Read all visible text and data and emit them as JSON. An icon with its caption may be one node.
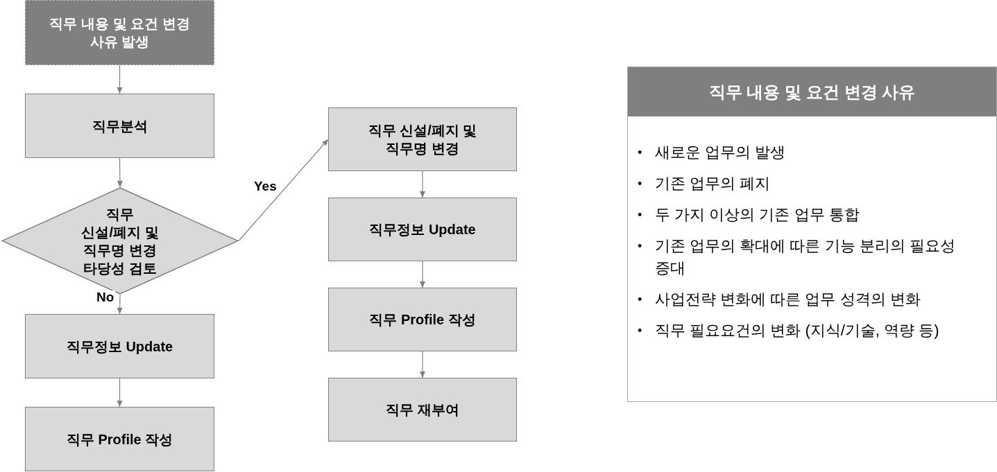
{
  "diagram": {
    "nodes": [
      {
        "text": [
          "직무 내용 및 요건 변경 사유 발생"
        ]
      },
      {
        "text": [
          "직무분석"
        ]
      },
      {
        "text": [
          "직무 신설/폐지 및 직무명 변경 타당성 검토"
        ]
      },
      {
        "text": [
          "직무정보 Update"
        ]
      },
      {
        "text": [
          "직무 Profile 작성"
        ]
      },
      {
        "text": [
          "직무 신설/폐지 및 직무명 변경"
        ]
      },
      {
        "text": [
          "직무정보 Update"
        ]
      },
      {
        "text": [
          "직무 Profile 작성"
        ]
      },
      {
        "text": [
          "직무 재부여"
        ]
      },
      {
        "text": [
          "직무 내용 및 요건 변경 사유",
          "새로운 업무의 발생",
          "기존 업무의 폐지",
          "두 가지 이상의 기존 업무 통합",
          "기존 업무의 확대에 따른 기능 분리의 필요성 증대",
          "사업전략 변화에 따른 업무 성격의 변화",
          "직무 필요요건의 변화 (지식/기술, 역량 등)"
        ]
      }
    ],
    "labels": [
      "•",
      "•",
      "•",
      "•",
      "•",
      "•"
    ],
    "edges": [
      {
        "from": 0,
        "to": 1,
        "arrow": "to"
      },
      {
        "from": 1,
        "to": 2,
        "arrow": "to"
      },
      {
        "from": 2,
        "to": 3,
        "arrow": "to",
        "label": "No"
      },
      {
        "from": 3,
        "to": 4,
        "arrow": "to"
      },
      {
        "from": 2,
        "to": 5,
        "arrow": "to",
        "label": "Yes"
      },
      {
        "from": 5,
        "to": 6,
        "arrow": "to"
      },
      {
        "from": 6,
        "to": 7,
        "arrow": "to"
      },
      {
        "from": 7,
        "to": 8,
        "arrow": "to"
      }
    ]
  }
}
